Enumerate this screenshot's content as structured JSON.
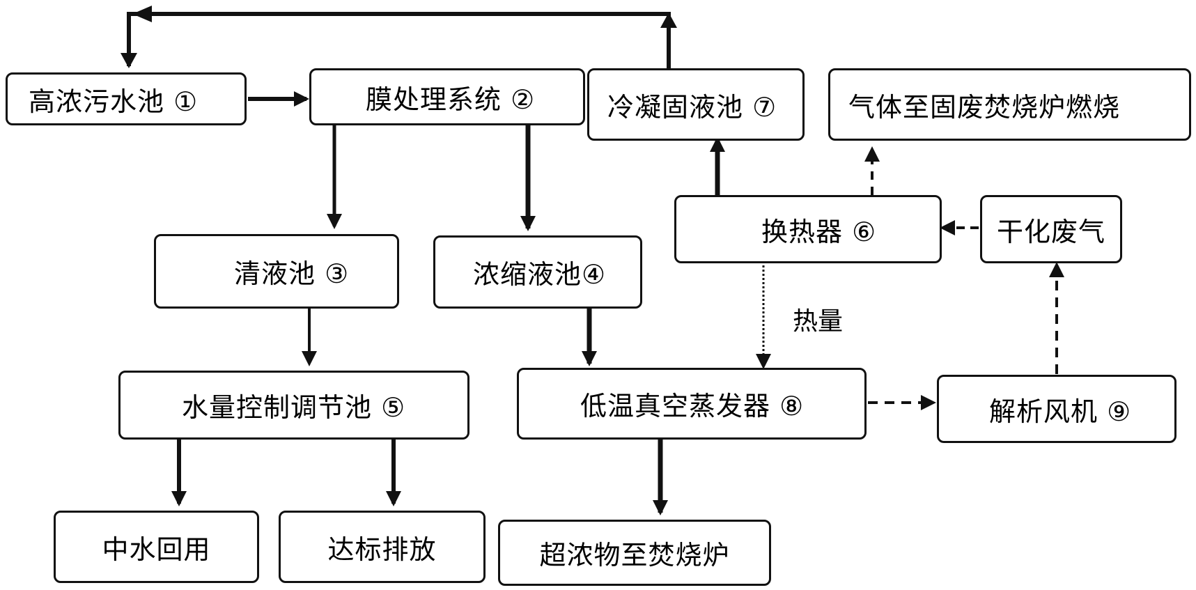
{
  "nodes": {
    "n1": "高浓污水池 ①",
    "n2": "膜处理系统 ②",
    "n3": "清液池 ③",
    "n4": "浓缩液池④",
    "n5": "水量控制调节池 ⑤",
    "n6": "换热器 ⑥",
    "n7": "冷凝固液池 ⑦",
    "n8": "低温真空蒸发器 ⑧",
    "n9": "解析风机 ⑨",
    "gas": "气体至固废焚烧炉燃烧",
    "dry": "干化废气",
    "reuse": "中水回用",
    "discharge": "达标排放",
    "incinerator": "超浓物至焚烧炉"
  },
  "labels": {
    "heat": "热量"
  }
}
